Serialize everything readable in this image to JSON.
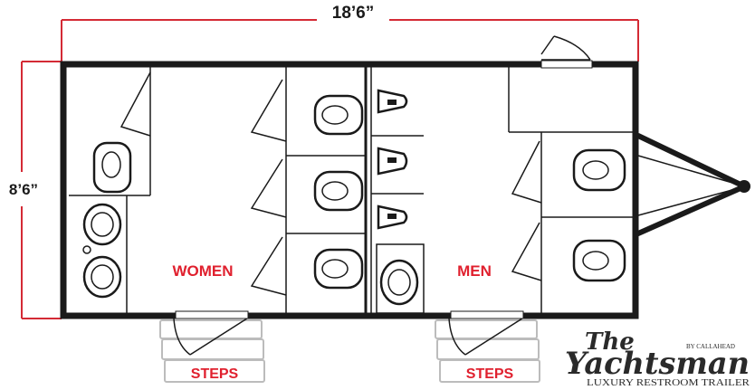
{
  "dimensions": {
    "length": "18’6”",
    "width": "8’6”"
  },
  "rooms": {
    "women": "WOMEN",
    "men": "MEN"
  },
  "steps": {
    "left": "STEPS",
    "right": "STEPS"
  },
  "brand": {
    "the": "The",
    "name": "Yachtsman",
    "by": "BY CALLAHEAD",
    "tagline": "LUXURY RESTROOM TRAILER"
  },
  "colors": {
    "dimension": "#d42a35",
    "wall": "#1a1a1a",
    "label": "#e0202e",
    "steps": "#bcbcbc"
  }
}
